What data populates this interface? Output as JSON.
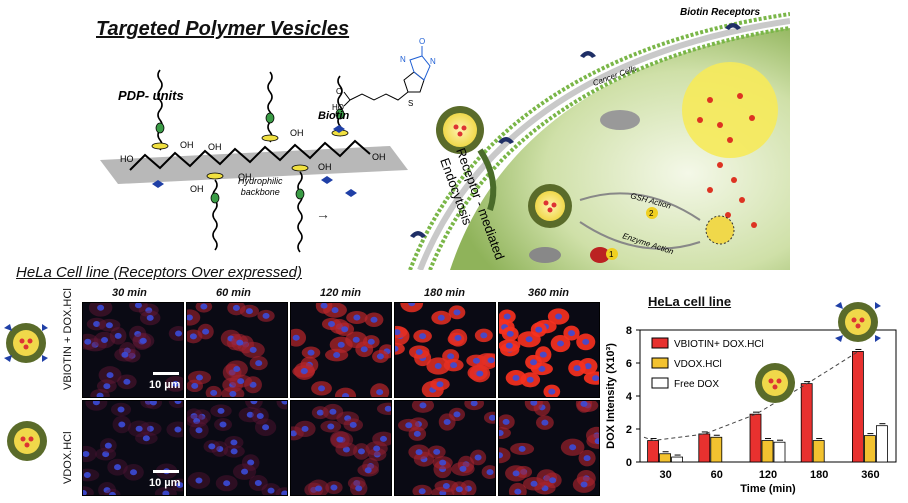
{
  "header": {
    "title": "Targeted Polymer Vesicles"
  },
  "polymer": {
    "units_label": "PDP- units",
    "biotin_label": "Biotin",
    "backbone_label_1": "Hydrophilic",
    "backbone_label_2": "backbone",
    "oh": "OH",
    "ho": "HO",
    "biotin_o": "O",
    "biotin_oh": "HO",
    "biotin_h": "H",
    "biotin_n": "N",
    "biotin_s": "S"
  },
  "cell": {
    "biotin_receptors": "Biotin  Receptors",
    "cancer_cells": "Cancer Cells",
    "endocytosis_1": "Receptor - mediated",
    "endocytosis_2": "Endocytosis",
    "gsh_action": "GSH Action",
    "enzyme_action": "Enzyme Action",
    "step_1": "1",
    "step_2": "2"
  },
  "microscopy": {
    "section_title": "HeLa Cell line (Receptors Over expressed)",
    "times": [
      "30 min",
      "60 min",
      "120 min",
      "180 min",
      "360 min"
    ],
    "row1_label": "VBIOTIN + DOX.HCl",
    "row2_label": "VDOX.HCl",
    "scale_bar": "10 µm",
    "intensity_row1": [
      0.15,
      0.45,
      0.6,
      0.85,
      0.95
    ],
    "intensity_row2": [
      0.05,
      0.1,
      0.35,
      0.45,
      0.5
    ]
  },
  "chart_data": {
    "type": "bar",
    "title": "HeLa cell line",
    "xlabel": "Time (min)",
    "ylabel": "DOX  Intensity (X10³)",
    "categories": [
      "30",
      "60",
      "120",
      "180",
      "360"
    ],
    "ylim": [
      0,
      8
    ],
    "yticks": [
      "0",
      "2",
      "4",
      "6",
      "8"
    ],
    "series": [
      {
        "name": "VBIOTIN+ DOX.HCl",
        "color": "#e8312f",
        "values": [
          1.3,
          1.7,
          2.9,
          4.75,
          6.7
        ]
      },
      {
        "name": "VDOX.HCl",
        "color": "#f2c230",
        "values": [
          0.5,
          1.5,
          1.3,
          1.3,
          1.6
        ]
      },
      {
        "name": "Free DOX",
        "color": "#ffffff",
        "values": [
          0.3,
          null,
          1.2,
          null,
          2.2
        ]
      }
    ],
    "legend_position": "top-left"
  }
}
